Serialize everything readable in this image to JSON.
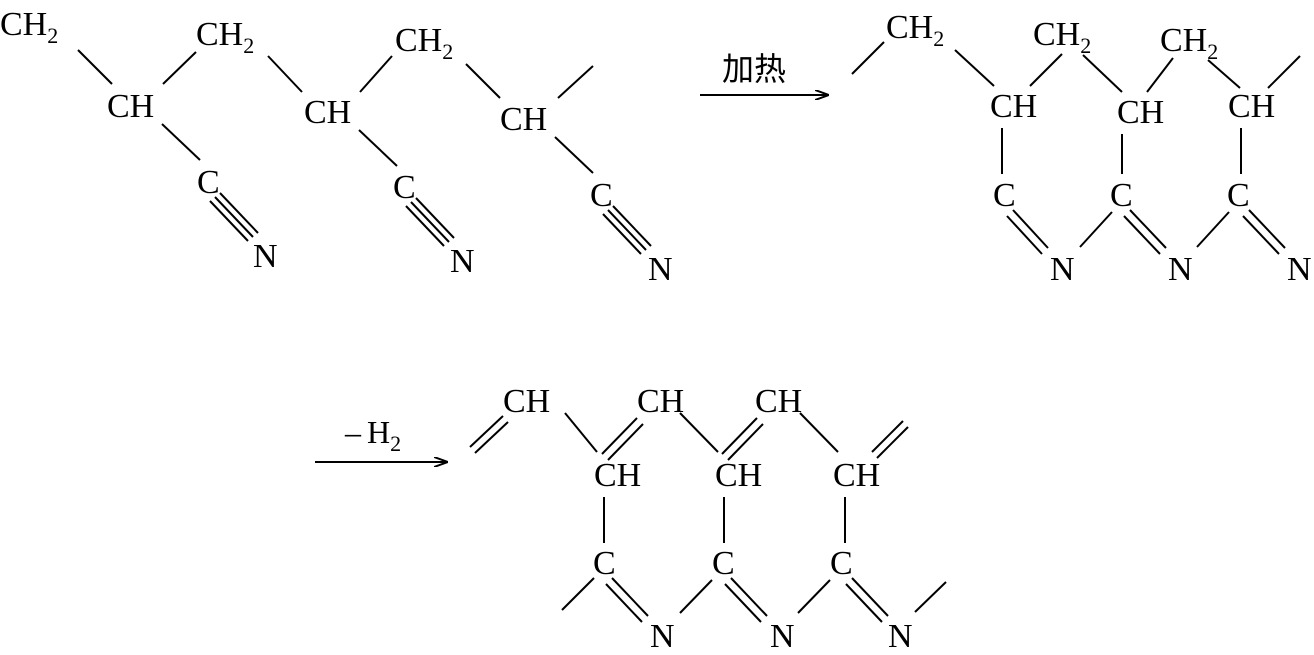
{
  "labels": {
    "ch2": "CH",
    "ch2_sub": "2",
    "ch": "CH",
    "c": "C",
    "n": "N",
    "h2": "H",
    "h2_sub": "2",
    "minus": "–"
  },
  "conditions": {
    "heat": "加热",
    "dehydrogenation_prefix": "–",
    "dehydrogenation_species": "H",
    "dehydrogenation_subscript": "2"
  }
}
